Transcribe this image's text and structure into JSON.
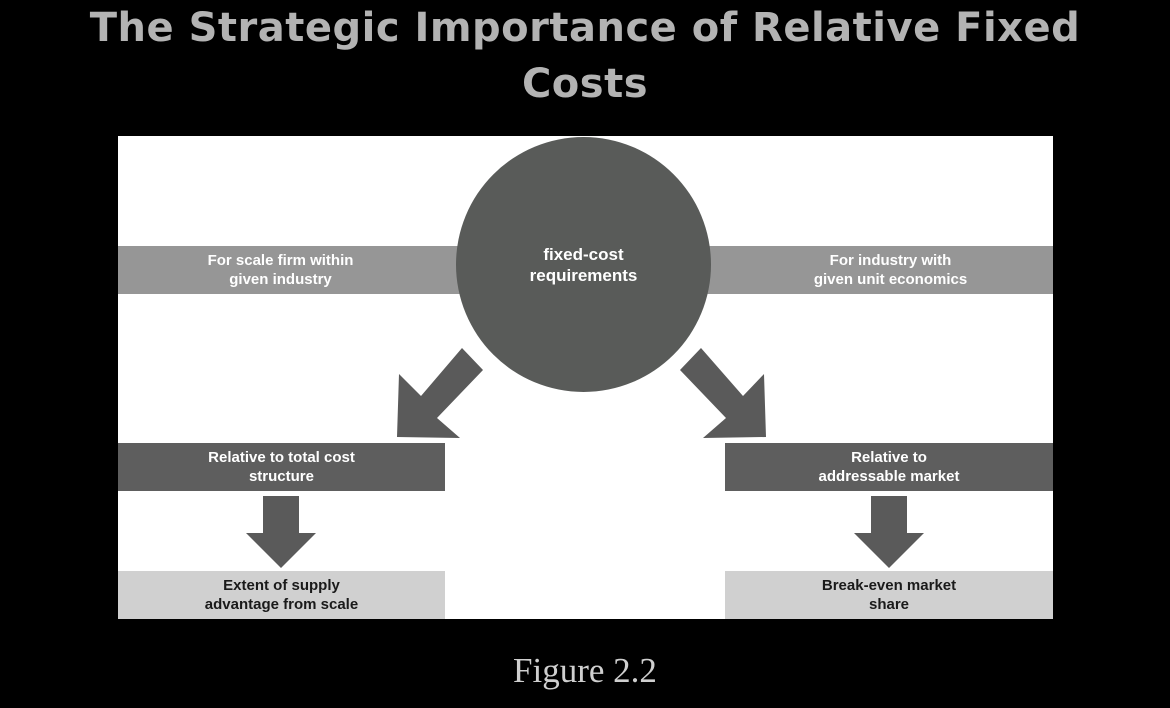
{
  "title": {
    "line1": "The Strategic Importance of Relative Fixed",
    "line2": "Costs"
  },
  "diagram": {
    "center": "fixed-cost\nrequirements",
    "left_band": "For scale firm within\ngiven industry",
    "right_band": "For industry with\ngiven unit economics",
    "left_mid": "Relative to total cost\nstructure",
    "right_mid": "Relative to\naddressable market",
    "left_out": "Extent of supply\nadvantage from scale",
    "right_out": "Break-even market\nshare"
  },
  "caption": "Figure 2.2",
  "colors": {
    "background": "#000000",
    "title": "#b3b3b3",
    "panel": "#ffffff",
    "band": "#969696",
    "circle": "#595b59",
    "mid_box": "#5e5e5e",
    "out_box": "#d0d0d0",
    "arrow": "#5a5a5a",
    "caption": "#cfcfcf"
  }
}
